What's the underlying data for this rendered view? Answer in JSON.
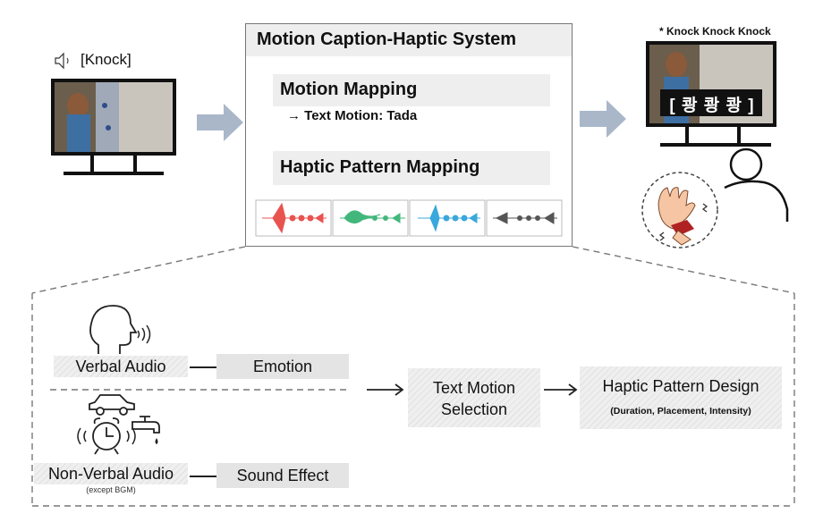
{
  "input": {
    "sound_label": "[Knock]"
  },
  "system": {
    "title": "Motion Caption-Haptic System",
    "motion_mapping": "Motion Mapping",
    "text_motion": "→ Text Motion: Tada",
    "haptic_mapping": "Haptic Pattern Mapping"
  },
  "output": {
    "caption_note": "* Knock Knock Knock",
    "caption_text": "[ 쾅 쾅 쾅 ]"
  },
  "pipeline": {
    "verbal_audio": "Verbal Audio",
    "emotion": "Emotion",
    "nonverbal_audio": "Non-Verbal Audio",
    "nonverbal_note": "(except BGM)",
    "sound_effect": "Sound Effect",
    "text_motion_selection_1": "Text Motion",
    "text_motion_selection_2": "Selection",
    "haptic_design": "Haptic Pattern Design",
    "haptic_design_detail": "(Duration, Placement, Intensity)"
  },
  "colors": {
    "red": "#e8534f",
    "green": "#43b77b",
    "blue": "#3aa8dc",
    "dark": "#555555",
    "arrow": "#a9b7c9"
  },
  "icons": [
    "speaker-icon",
    "head-speaking-icon",
    "car-icon",
    "alarm-clock-icon",
    "faucet-icon",
    "hand-vibration-icon",
    "user-icon"
  ]
}
